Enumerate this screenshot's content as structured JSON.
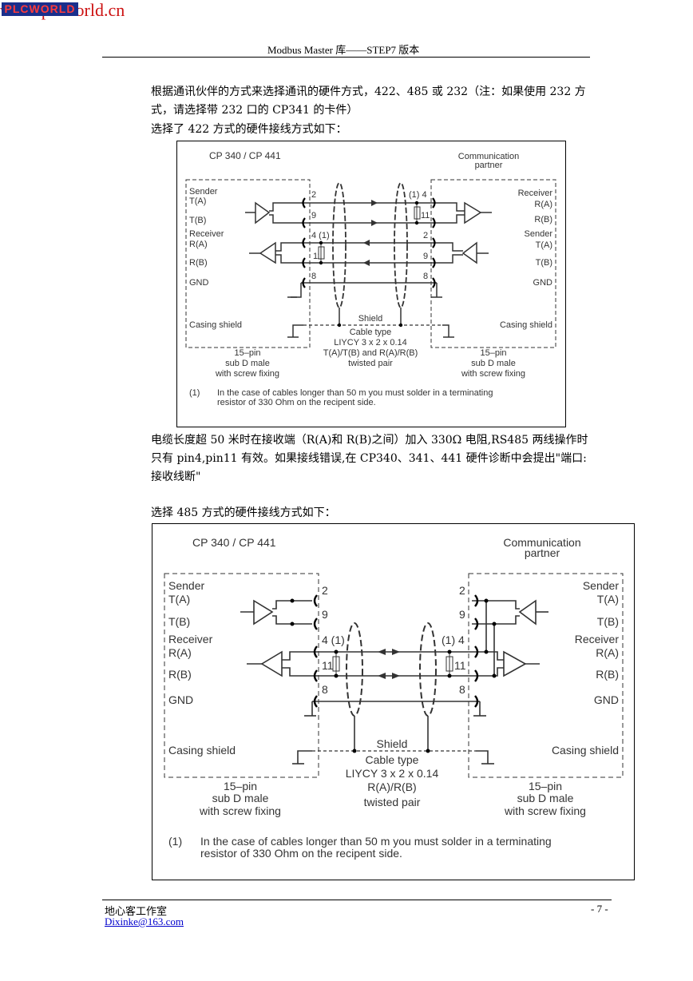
{
  "watermark": {
    "logo": "PLCWORLD",
    "text": "www.plcworld.cn"
  },
  "header": {
    "title": "Modbus Master 库——STEP7 版本"
  },
  "paragraphs": {
    "intro": "根据通讯伙伴的方式来选择通讯的硬件方式，422、485 或 232（注：如果使用 232 方式，请选择带 232 口的 CP341 的卡件）",
    "select422": "选择了 422 方式的硬件接线方式如下：",
    "note": "电缆长度超 50 米时在接收端（R(A)和 R(B)之间）加入 330Ω 电阻,RS485 两线操作时只有 pin4,pin11 有效。如果接线错误,在 CP340、341、441 硬件诊断中会提出\"端口:接收线断\"",
    "select485": "选择 485 方式的硬件接线方式如下："
  },
  "diagram422": {
    "cp_title": "CP 340 / CP 441",
    "partner": [
      "Communication",
      "partner"
    ],
    "left_labels": [
      "Sender",
      "T(A)",
      "T(B)",
      "Receiver",
      "R(A)",
      "R(B)",
      "GND",
      "Casing shield"
    ],
    "right_labels": [
      "Receiver",
      "R(A)",
      "R(B)",
      "Sender",
      "T(A)",
      "T(B)",
      "GND",
      "Casing shield"
    ],
    "pins_left": [
      "2",
      "9",
      "4 (1)",
      "11",
      "8"
    ],
    "pins_right": [
      "(1) 4",
      "11",
      "2",
      "9",
      "8"
    ],
    "shield": "Shield",
    "cable": [
      "Cable type",
      "LIYCY 3 x 2 x 0.14",
      "T(A)/T(B) and R(A)/R(B)",
      "twisted pair"
    ],
    "connector": [
      "15–pin",
      "sub D male",
      "with screw fixing"
    ],
    "footnote_num": "(1)",
    "footnote": [
      "In the case of cables longer than 50 m you must solder in a terminating",
      "resistor of 330 Ohm on the recipent side."
    ]
  },
  "diagram485": {
    "cp_title": "CP 340 / CP 441",
    "partner": [
      "Communication",
      "partner"
    ],
    "left_labels": [
      "Sender",
      "T(A)",
      "T(B)",
      "Receiver",
      "R(A)",
      "R(B)",
      "GND",
      "Casing shield"
    ],
    "right_labels": [
      "Sender",
      "T(A)",
      "T(B)",
      "Receiver",
      "R(A)",
      "R(B)",
      "GND",
      "Casing shield"
    ],
    "pins_left": [
      "2",
      "9",
      "4 (1)",
      "11",
      "8"
    ],
    "pins_right": [
      "2",
      "9",
      "(1) 4",
      "11",
      "8"
    ],
    "shield": "Shield",
    "cable": [
      "Cable type",
      "LIYCY 3 x 2 x 0.14",
      "R(A)/R(B)",
      "twisted pair"
    ],
    "connector": [
      "15–pin",
      "sub D male",
      "with screw fixing"
    ],
    "footnote_num": "(1)",
    "footnote": [
      "In the case of cables longer than 50 m you must solder in a terminating",
      "resistor of 330 Ohm on the recipent side."
    ]
  },
  "footer": {
    "studio": "地心客工作室",
    "email": "Dixinke@163.com",
    "page": "- 7 -"
  }
}
